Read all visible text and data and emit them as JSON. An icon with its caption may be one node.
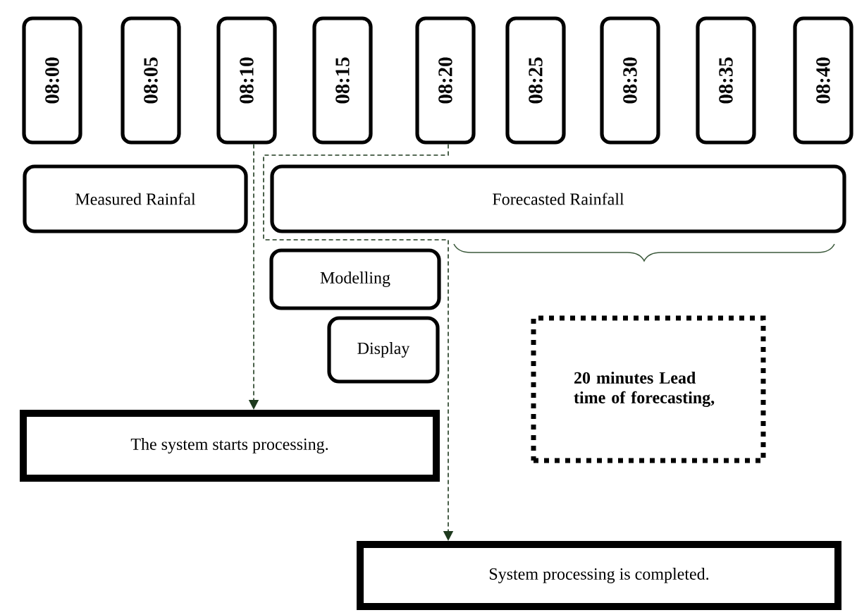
{
  "diagram": {
    "nodes": [
      {
        "text": [
          "08:00"
        ]
      },
      {
        "text": [
          "08:05"
        ]
      },
      {
        "text": [
          "08:10"
        ]
      },
      {
        "text": [
          "08:15"
        ]
      },
      {
        "text": [
          "08:20"
        ]
      },
      {
        "text": [
          "08:25"
        ]
      },
      {
        "text": [
          "08:30"
        ]
      },
      {
        "text": [
          "08:35"
        ]
      },
      {
        "text": [
          "08:40"
        ]
      },
      {
        "text": [
          "Measured Rainfal"
        ]
      },
      {
        "text": [
          "Forecasted Rainfall"
        ]
      },
      {
        "text": [
          "Modelling"
        ]
      },
      {
        "text": [
          "Display"
        ]
      },
      {
        "text": [
          "20 minutes Lead time of forecasting,"
        ]
      },
      {
        "text": [
          "The system starts processing."
        ]
      },
      {
        "text": [
          "System processing is completed."
        ]
      }
    ],
    "edges": [
      {
        "from": 2,
        "to": 14,
        "arrow": "to",
        "style": "dashed",
        "color": "#1e3a1e"
      },
      {
        "from": 4,
        "to": 15,
        "arrow": "to",
        "style": "dashed",
        "color": "#1e3a1e"
      }
    ]
  }
}
